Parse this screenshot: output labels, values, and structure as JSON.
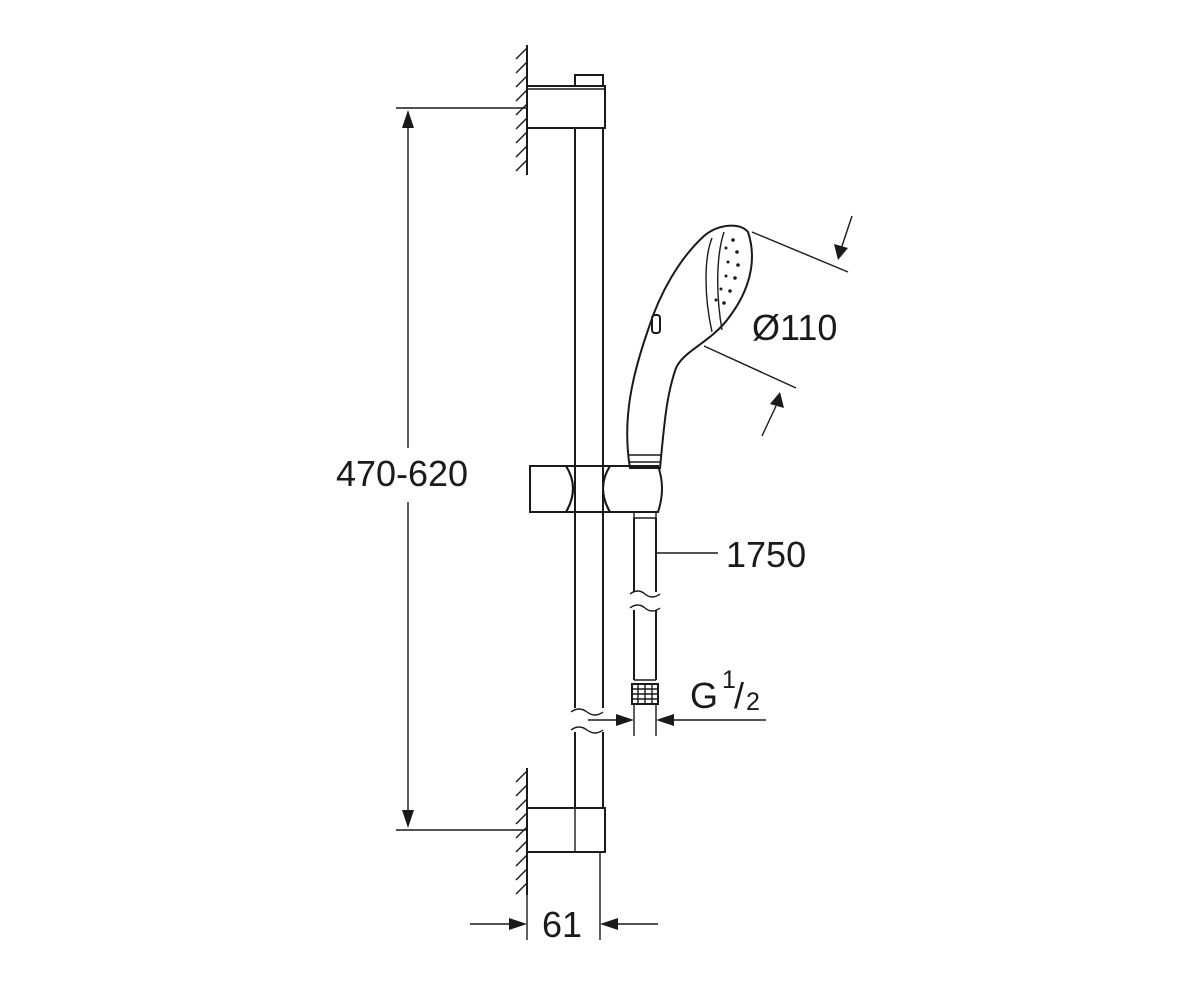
{
  "dimensions": {
    "height_range": "470-620",
    "head_diameter": "Ø110",
    "hose_length": "1750",
    "thread_main": "G",
    "thread_numerator": "1",
    "thread_slash": "/",
    "thread_denominator": "2",
    "wall_distance": "61"
  },
  "colors": {
    "line": "#1a1a1a",
    "background": "#ffffff"
  }
}
